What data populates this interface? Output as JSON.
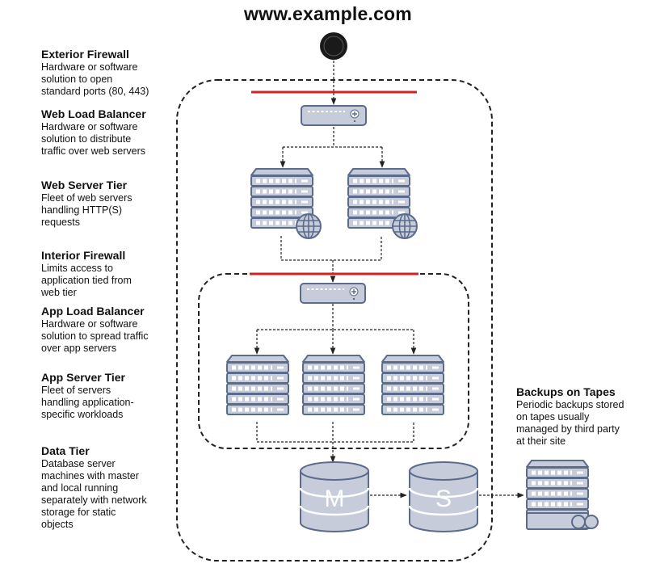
{
  "title": "www.example.com",
  "tiers": [
    {
      "heading": "Exterior Firewall",
      "lines": [
        "Hardware or software",
        "solution to open",
        "standard ports (80, 443)"
      ]
    },
    {
      "heading": "Web Load Balancer",
      "lines": [
        "Hardware or software",
        "solution to distribute",
        "traffic over web servers"
      ]
    },
    {
      "heading": "Web Server Tier",
      "lines": [
        "Fleet of web servers",
        "handling HTTP(S)",
        "requests"
      ]
    },
    {
      "heading": "Interior Firewall",
      "lines": [
        "Limits access to",
        "application tied from",
        "web tier"
      ]
    },
    {
      "heading": "App Load Balancer",
      "lines": [
        "Hardware or software",
        "solution to spread traffic",
        "over app servers"
      ]
    },
    {
      "heading": "App Server Tier",
      "lines": [
        "Fleet of servers",
        "handling application-",
        "specific workloads"
      ]
    },
    {
      "heading": "Data Tier",
      "lines": [
        "Database server",
        "machines with master",
        "and local running",
        "separately with network",
        "storage for static",
        "objects"
      ]
    }
  ],
  "backup": {
    "heading": "Backups on Tapes",
    "lines": [
      "Periodic backups stored",
      "on tapes usually",
      "managed by third party",
      "at their site"
    ]
  },
  "databases": {
    "master_label": "M",
    "slave_label": "S"
  },
  "colors": {
    "firewall": "#d32020",
    "device_fill": "#c6ccd9",
    "device_stroke": "#5b6b8c",
    "line": "#222222"
  },
  "icons": [
    "start-node-icon",
    "firewall-icon",
    "load-balancer-icon",
    "web-server-icon",
    "globe-icon",
    "app-server-icon",
    "database-icon",
    "tape-server-icon",
    "tape-reels-icon"
  ]
}
